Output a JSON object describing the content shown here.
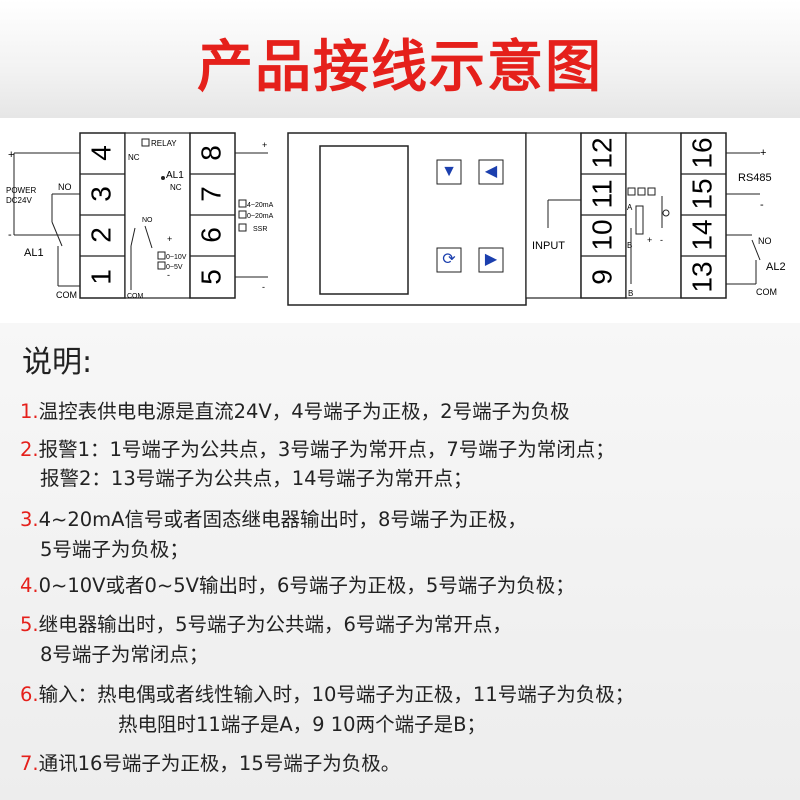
{
  "title": "产品接线示意图",
  "diagram": {
    "terminals": {
      "t1": "1",
      "t2": "2",
      "t3": "3",
      "t4": "4",
      "t5": "5",
      "t6": "6",
      "t7": "7",
      "t8": "8",
      "t9": "9",
      "t10": "10",
      "t11": "11",
      "t12": "12",
      "t13": "13",
      "t14": "14",
      "t15": "15",
      "t16": "16"
    },
    "left_labels": {
      "plus": "+",
      "minus": "-",
      "power": "POWER",
      "dc24v": "DC24V",
      "no": "NO",
      "al1": "AL1",
      "com": "COM"
    },
    "relay_labels": {
      "nc": "NC",
      "relay": "RELAY",
      "al1": "AL1",
      "nc2": "NC",
      "no": "NO",
      "com": "COM",
      "plus": "+",
      "minus": "-",
      "v10": "0~10V",
      "v5": "0~5V",
      "ma420": "4~20mA",
      "ma020": "0~20mA",
      "ssr": "SSR"
    },
    "right_labels": {
      "input": "INPUT",
      "a": "A",
      "b1": "B",
      "b2": "B",
      "plus": "+",
      "minus": "-",
      "rs485": "RS485",
      "rs_plus": "+",
      "rs_minus": "-",
      "no": "NO",
      "al2": "AL2",
      "com": "COM"
    },
    "buttons": {
      "down": "▼",
      "left": "◀",
      "cycle": "⟳",
      "right": "▶"
    }
  },
  "notes": {
    "heading": "说明:",
    "items": [
      {
        "num": "1.",
        "text": "温控表供电电源是直流24V，4号端子为正极，2号端子为负极"
      },
      {
        "num": "2.",
        "text": "报警1：1号端子为公共点，3号端子为常开点，7号端子为常闭点；"
      },
      {
        "num": "",
        "text": "报警2：13号端子为公共点，14号端子为常开点；"
      },
      {
        "num": "3.",
        "text": "4~20mA信号或者固态继电器输出时，8号端子为正极，"
      },
      {
        "num": "",
        "text": "5号端子为负极；"
      },
      {
        "num": "4.",
        "text": "0~10V或者0~5V输出时，6号端子为正极，5号端子为负极；"
      },
      {
        "num": "5.",
        "text": "继电器输出时，5号端子为公共端，6号端子为常开点，"
      },
      {
        "num": "",
        "text": "8号端子为常闭点；"
      },
      {
        "num": "6.",
        "text": "输入：热电偶或者线性输入时，10号端子为正极，11号端子为负极；"
      },
      {
        "num": "",
        "text": "热电阻时11端子是A，9 10两个端子是B；"
      },
      {
        "num": "7.",
        "text": "通讯16号端子为正极，15号端子为负极。"
      }
    ]
  }
}
